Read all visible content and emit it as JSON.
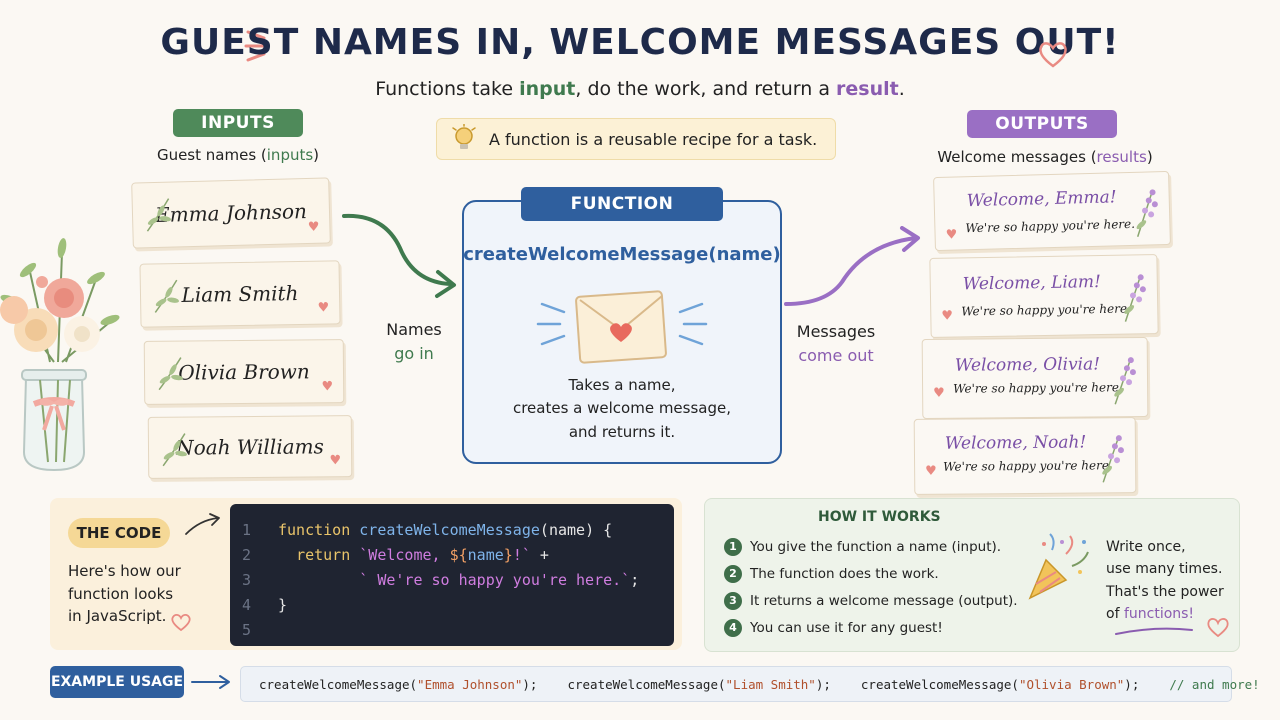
{
  "header": {
    "title": "GUEST NAMES IN, WELCOME MESSAGES OUT!",
    "subtitle_pre": "Functions take ",
    "subtitle_input": "input",
    "subtitle_mid": ", do the work, and return a ",
    "subtitle_result": "result",
    "subtitle_end": "."
  },
  "tip": {
    "text": "A function is a reusable recipe for a task."
  },
  "inputs": {
    "label": "INPUTS",
    "caption_pre": "Guest names (",
    "caption_key": "inputs",
    "caption_end": ")",
    "names": [
      "Emma Johnson",
      "Liam Smith",
      "Olivia Brown",
      "Noah Williams"
    ]
  },
  "function": {
    "label": "FUNCTION",
    "signature": "createWelcomeMessage(name)",
    "desc_1": "Takes a name,",
    "desc_2": "creates a welcome message,",
    "desc_3": "and returns it."
  },
  "flow": {
    "in_1": "Names",
    "in_2": "go in",
    "out_1": "Messages",
    "out_2": "come out"
  },
  "outputs": {
    "label": "OUTPUTS",
    "caption_pre": "Welcome messages (",
    "caption_key": "results",
    "caption_end": ")",
    "messages": [
      {
        "title": "Welcome, Emma!",
        "sub": "We're so happy you're here."
      },
      {
        "title": "Welcome, Liam!",
        "sub": "We're so happy you're here."
      },
      {
        "title": "Welcome, Olivia!",
        "sub": "We're so happy you're here."
      },
      {
        "title": "Welcome, Noah!",
        "sub": "We're so happy you're here."
      }
    ]
  },
  "code": {
    "label": "THE CODE",
    "desc_1": "Here's how our",
    "desc_2": "function looks",
    "desc_3": "in JavaScript.",
    "line_numbers": [
      "1",
      "2",
      "3",
      "4",
      "5"
    ],
    "l1_kw": "function",
    "l1_fn": "createWelcomeMessage",
    "l1_open": "(",
    "l1_param": "name",
    "l1_close": ") {",
    "l2_kw": "return",
    "l2_s1": "`Welcome, ",
    "l2_interp_open": "${",
    "l2_var": "name",
    "l2_interp_close": "}",
    "l2_s2": "!`",
    "l2_plus": " +",
    "l3_s": "` We're so happy you're here.`",
    "l3_semi": ";",
    "l4": "}"
  },
  "how": {
    "title": "HOW IT WORKS",
    "steps": [
      {
        "n": "1",
        "text": "You give the function a name (input)."
      },
      {
        "n": "2",
        "text": "The function does the work."
      },
      {
        "n": "3",
        "text": "It returns a welcome message (output)."
      },
      {
        "n": "4",
        "text": "You can use it for any guest!"
      }
    ],
    "note_1": "Write once,",
    "note_2": "use many times.",
    "note_3": "That's the power",
    "note_4_pre": "of ",
    "note_4_key": "functions!"
  },
  "example": {
    "label": "EXAMPLE USAGE",
    "calls": [
      {
        "fn": "createWelcomeMessage(",
        "arg": "\"Emma Johnson\"",
        "end": ");"
      },
      {
        "fn": "createWelcomeMessage(",
        "arg": "\"Liam Smith\"",
        "end": ");"
      },
      {
        "fn": "createWelcomeMessage(",
        "arg": "\"Olivia Brown\"",
        "end": ");"
      }
    ],
    "comment": "// and more!"
  },
  "colors": {
    "green": "#4f8a5a",
    "purple": "#9a6fc4",
    "blue": "#2f5f9e",
    "heart": "#e98a82"
  }
}
